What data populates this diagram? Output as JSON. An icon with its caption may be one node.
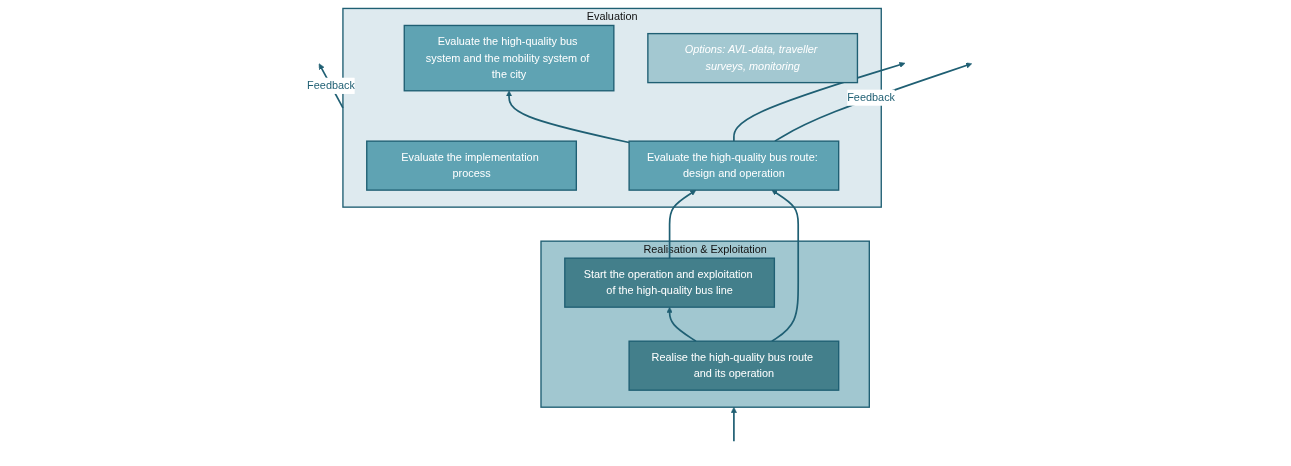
{
  "diagram": {
    "nodes": [
      {
        "text": [
          "Evaluation"
        ]
      },
      {
        "text": [
          "Evaluate the implementation process"
        ],
        "in": 0
      },
      {
        "text": [
          "Evaluate the high-quality bus route: design and operation"
        ],
        "in": 0
      },
      {
        "text": [
          "Evaluate the high-quality bus system and the mobility system of the city"
        ],
        "in": 0
      },
      {
        "text": [
          "Options: AVL-data, traveller surveys, monitoring"
        ],
        "in": 0
      },
      {
        "text": [
          "Realisation & Exploitation"
        ]
      },
      {
        "text": [
          "Realise the high-quality bus route and its operation"
        ],
        "in": 5
      },
      {
        "text": [
          "Start the operation and exploitation of the high-quality bus line"
        ],
        "in": 5
      }
    ],
    "edges": [
      {
        "from": 0,
        "to": null,
        "arrow": "to",
        "label": "Feedback"
      },
      {
        "from": 2,
        "to": null,
        "arrow": "to",
        "label": "Feedback"
      },
      {
        "from": 2,
        "to": null,
        "arrow": "to"
      },
      {
        "from": null,
        "to": 5,
        "arrow": "to"
      },
      {
        "from": 2,
        "to": 3,
        "arrow": "to"
      },
      {
        "from": 6,
        "to": 2,
        "arrow": "to"
      },
      {
        "from": 7,
        "to": 2,
        "arrow": "to"
      },
      {
        "from": 6,
        "to": 7,
        "arrow": "to"
      }
    ]
  }
}
